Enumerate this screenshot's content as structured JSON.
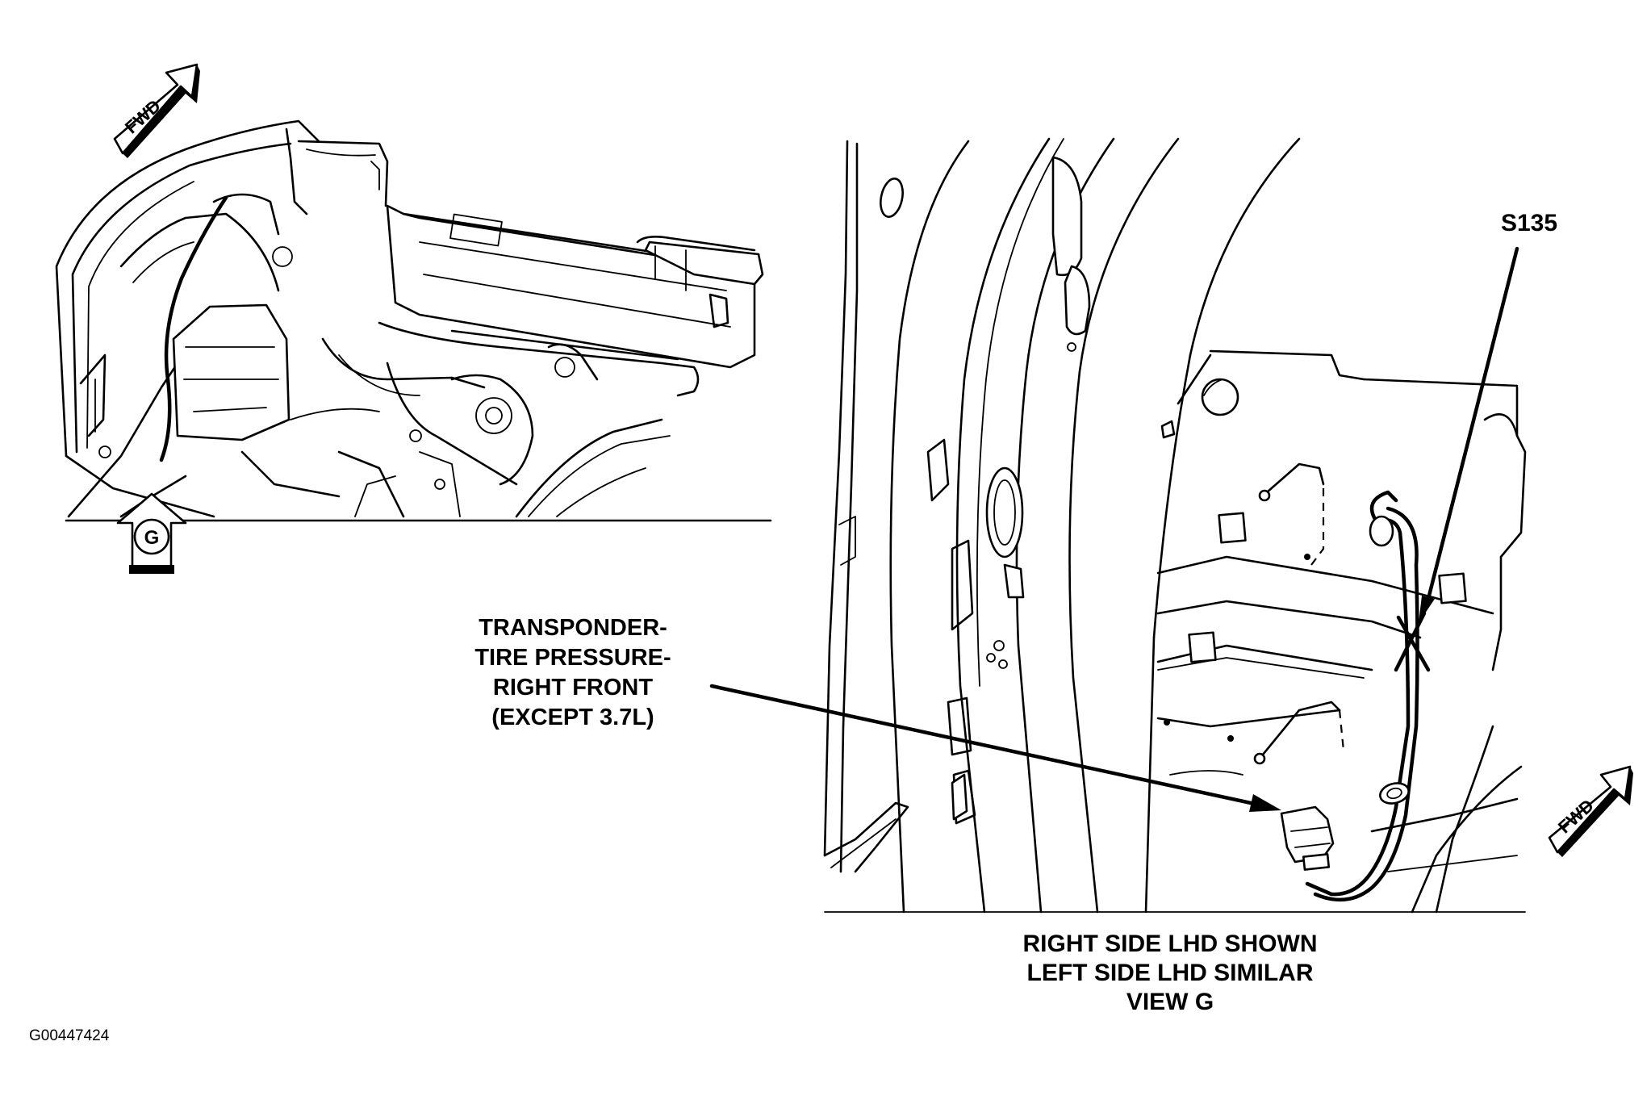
{
  "figure_id": "G00447424",
  "overview_view": {
    "direction_arrow": {
      "text": "FWD",
      "icon": "fwd-arrow-icon"
    },
    "view_marker": {
      "letter": "G",
      "icon": "view-arrow-icon"
    }
  },
  "detail_view": {
    "direction_arrow": {
      "text": "FWD",
      "icon": "fwd-arrow-icon"
    },
    "callouts": {
      "splice": {
        "label": "S135"
      },
      "transponder": {
        "lines": [
          "TRANSPONDER-",
          "TIRE PRESSURE-",
          "RIGHT FRONT",
          "(EXCEPT 3.7L)"
        ]
      }
    },
    "caption": {
      "lines": [
        "RIGHT SIDE LHD SHOWN",
        "LEFT SIDE LHD SIMILAR",
        "VIEW G"
      ]
    }
  }
}
